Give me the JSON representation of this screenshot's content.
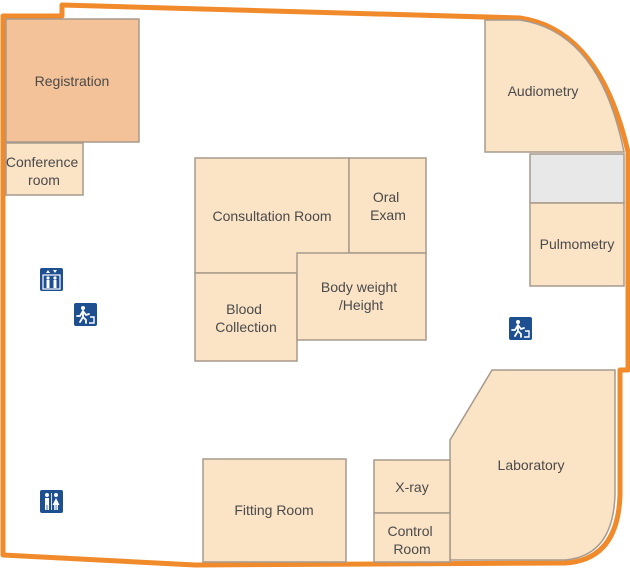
{
  "colors": {
    "wall": "#F18A2A",
    "room_fill": "#FBE3C6",
    "room_stroke": "#A89A8C",
    "highlight_fill": "#F4C298",
    "unlabeled_fill": "#E8E8E8",
    "icon_blue": "#1E4F91",
    "label_text": "#4A4A4A"
  },
  "highlighted_room": "Registration",
  "rooms": {
    "registration": {
      "lines": [
        "Registration"
      ]
    },
    "conference": {
      "lines": [
        "Conference",
        "room"
      ]
    },
    "consultation": {
      "lines": [
        "Consultation Room"
      ]
    },
    "oral_exam": {
      "lines": [
        "Oral",
        "Exam"
      ]
    },
    "blood_collection": {
      "lines": [
        "Blood",
        "Collection"
      ]
    },
    "body_weight": {
      "lines": [
        "Body weight",
        "/Height"
      ]
    },
    "audiometry": {
      "lines": [
        "Audiometry"
      ]
    },
    "pulmometry": {
      "lines": [
        "Pulmometry"
      ]
    },
    "laboratory": {
      "lines": [
        "Laboratory"
      ]
    },
    "xray": {
      "lines": [
        "X-ray"
      ]
    },
    "control_room": {
      "lines": [
        "Control",
        "Room"
      ]
    },
    "fitting_room": {
      "lines": [
        "Fitting Room"
      ]
    }
  },
  "icons": {
    "elevator": "elevator-icon",
    "emergency_exit": "emergency-exit-icon",
    "restroom": "restroom-icon"
  }
}
